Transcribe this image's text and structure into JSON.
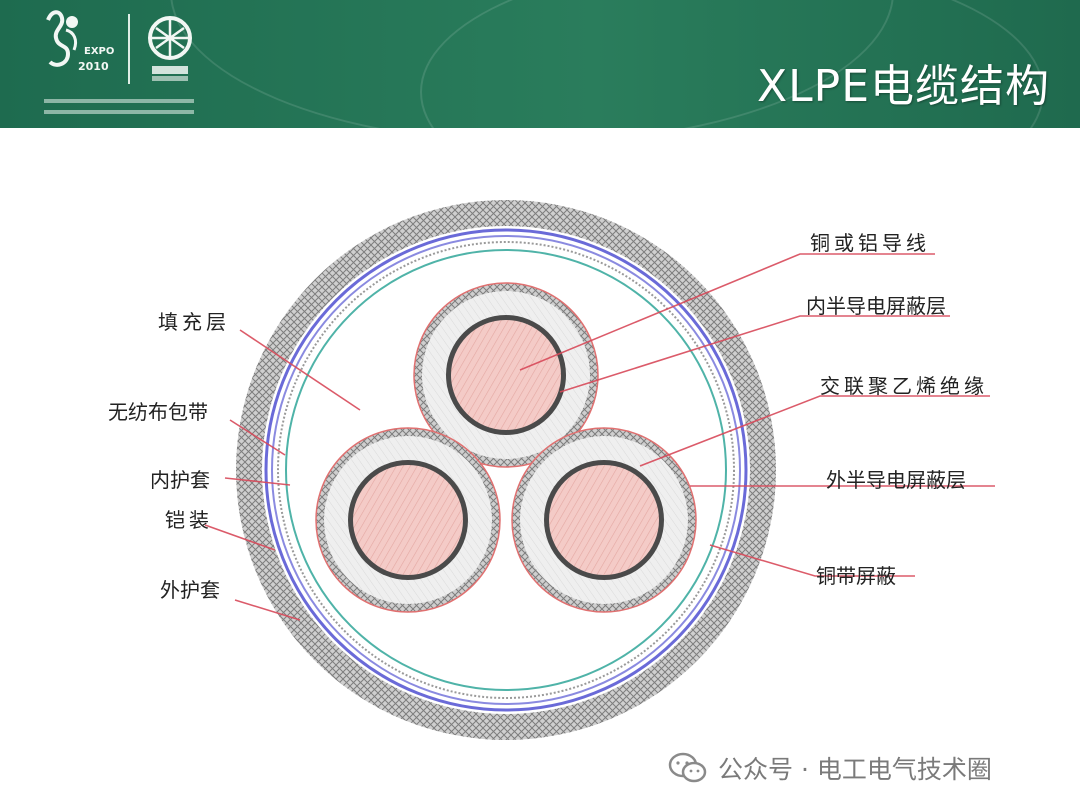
{
  "header": {
    "title": "XLPE电缆结构"
  },
  "labels": {
    "conductor": "铜或铝导线",
    "inner_semicon": "内半导电屏蔽层",
    "insulation": "交联聚乙烯绝缘",
    "outer_semicon": "外半导电屏蔽层",
    "copper_tape": "铜带屏蔽",
    "filler": "填充层",
    "nonwoven_tape": "无纺布包带",
    "inner_sheath": "内护套",
    "armor": "铠装",
    "outer_sheath": "外护套"
  },
  "watermark": {
    "text": "公众号 · 电工电气技术圈"
  },
  "colors": {
    "header_green": "#2a7d5c",
    "leader_line": "#d84a5a",
    "conductor_fill": "#f2c6c2",
    "insulation_fill": "#ececec",
    "sheath_blue": "#6a6ad8",
    "tape_teal": "#4fb3a8"
  },
  "icons": {
    "watermark": "wechat-icon"
  }
}
